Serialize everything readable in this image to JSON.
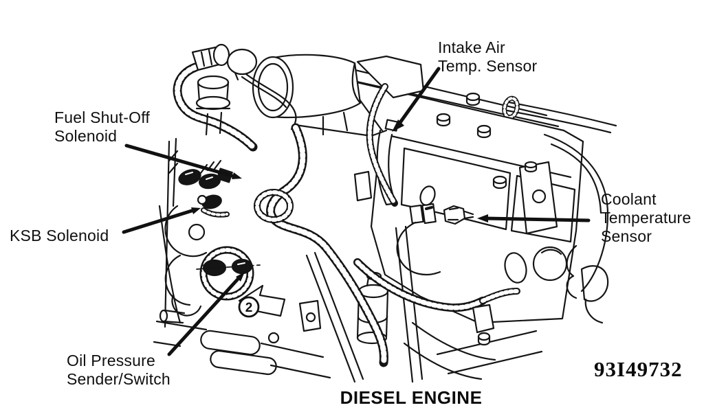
{
  "figure": {
    "caption": "DIESEL ENGINE",
    "figure_number": "93I49732"
  },
  "labels": {
    "intake_air_temp_sensor": {
      "line1": "Intake Air",
      "line2": "Temp. Sensor"
    },
    "fuel_shutoff_solenoid": {
      "line1": "Fuel Shut-Off",
      "line2": "Solenoid"
    },
    "ksb_solenoid": {
      "line1": "KSB Solenoid"
    },
    "coolant_temperature_sensor": {
      "line1": "Coolant",
      "line2": "Temperature",
      "line3": "Sensor"
    },
    "oil_pressure_sender_switch": {
      "line1": "Oil Pressure",
      "line2": "Sender/Switch"
    }
  },
  "callouts": {
    "circle_2": "2"
  },
  "colors": {
    "ink": "#151515",
    "background": "#ffffff"
  }
}
